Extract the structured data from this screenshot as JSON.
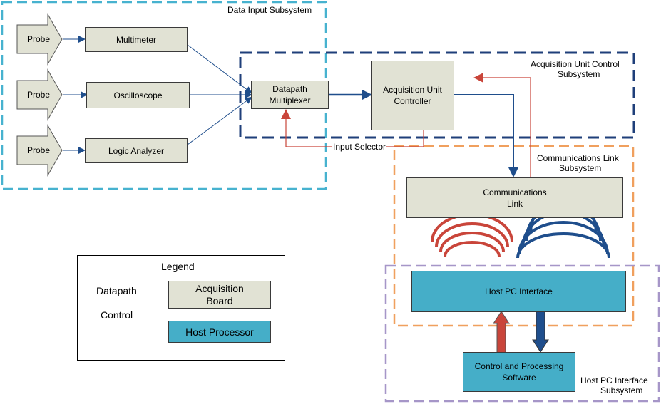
{
  "subsystems": {
    "data_input": "Data Input Subsystem",
    "acquisition": [
      "Acquisition Unit Control",
      "Subsystem"
    ],
    "comms": [
      "Communications Link",
      "Subsystem"
    ],
    "host": [
      "Host PC Interface",
      "Subsystem"
    ]
  },
  "probes": [
    "Probe",
    "Probe",
    "Probe"
  ],
  "instruments": {
    "multimeter": "Multimeter",
    "oscilloscope": "Oscilloscope",
    "logic_analyzer": "Logic Analyzer"
  },
  "mux": [
    "Datapath",
    "Multiplexer"
  ],
  "controller": [
    "Acquisition Unit",
    "Controller"
  ],
  "input_selector": "Input Selector",
  "comms_link": [
    "Communications",
    "Link"
  ],
  "host_interface": "Host PC Interface",
  "software": [
    "Control and Processing",
    "Software"
  ],
  "legend": {
    "title": "Legend",
    "datapath": "Datapath",
    "control": "Control",
    "acq_board": [
      "Acquisition",
      "Board"
    ],
    "host_processor": "Host Processor"
  },
  "colors": {
    "datapath": "#1f4e8c",
    "control": "#c9453a",
    "board": "#e1e2d4",
    "host": "#45aec8",
    "data_input_border": "#47b2cf",
    "acquisition_border": "#1f3f7a",
    "comms_border": "#f0a05e",
    "host_border": "#a696c8"
  }
}
